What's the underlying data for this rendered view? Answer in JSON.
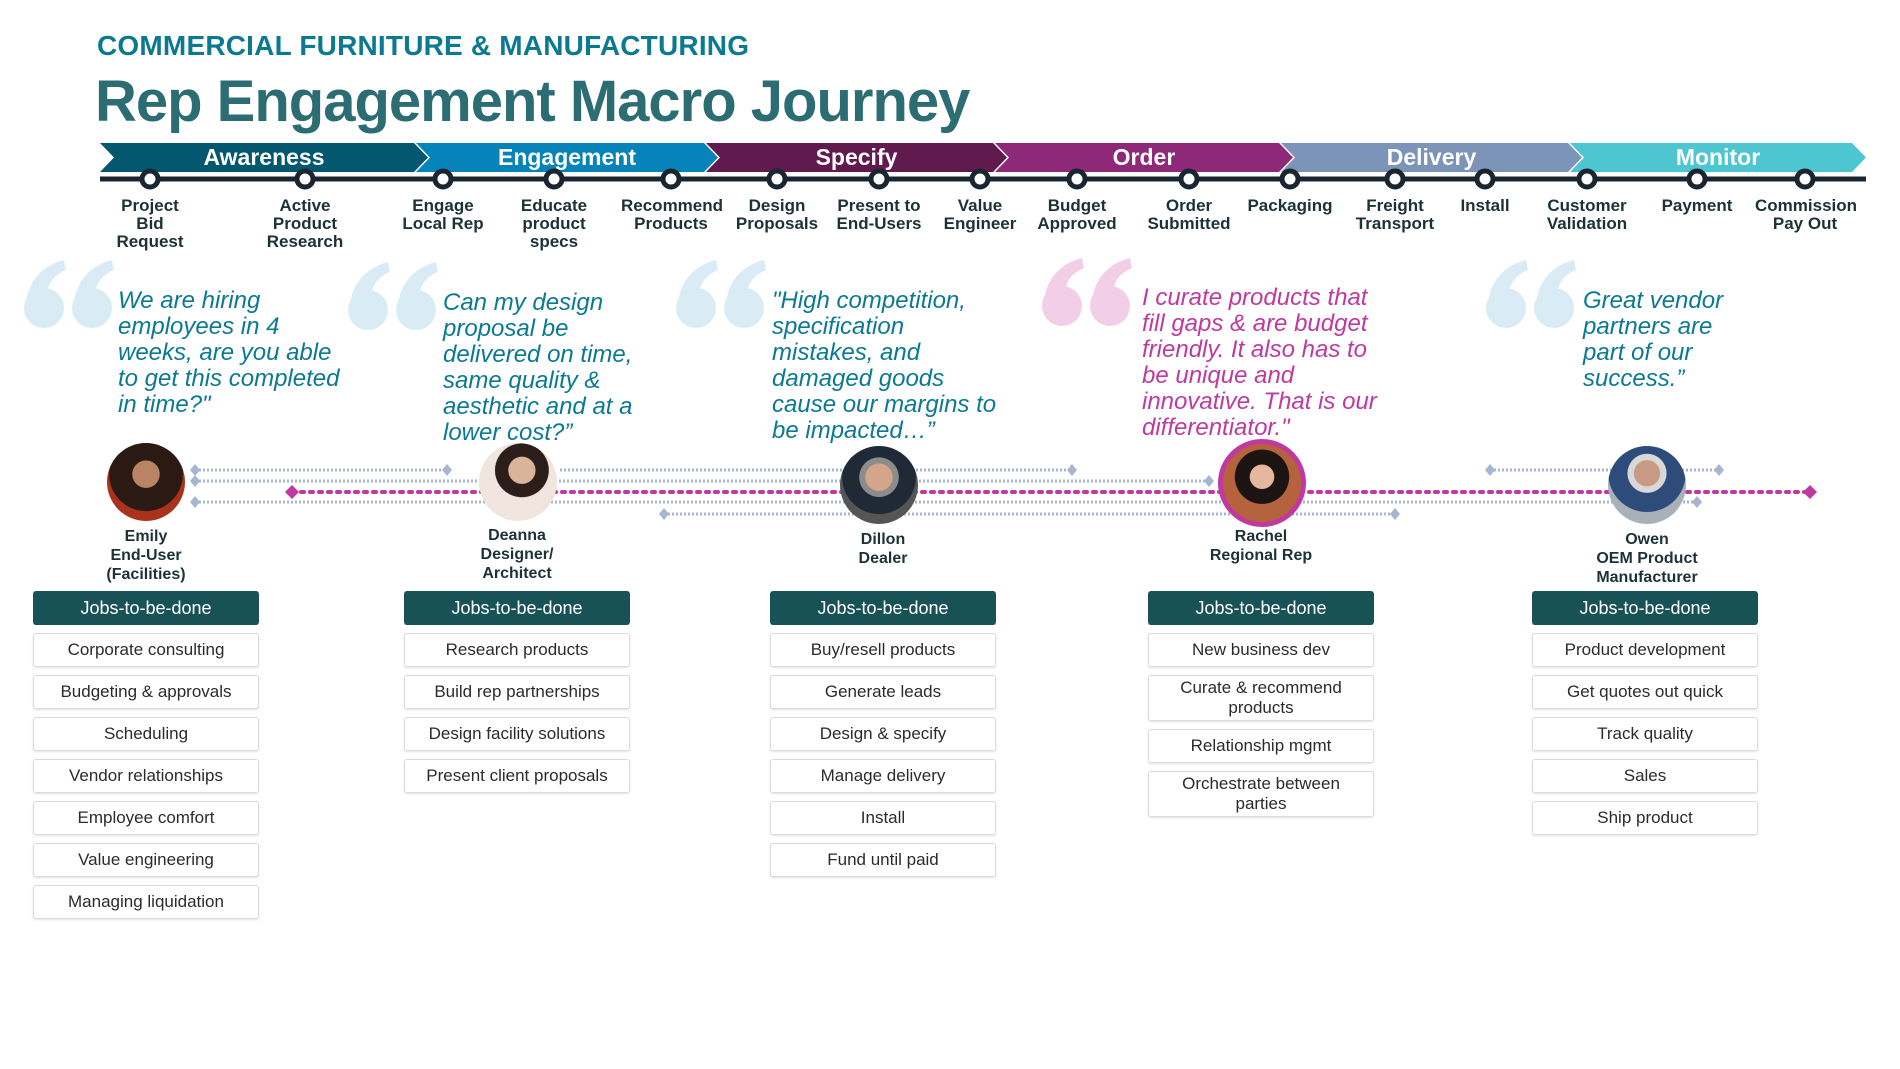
{
  "header": {
    "subtitle": "COMMERCIAL FURNITURE & MANUFACTURING",
    "title": "Rep Engagement Macro Journey"
  },
  "phases": [
    {
      "label": "Awareness",
      "color": "#03586f"
    },
    {
      "label": "Engagement",
      "color": "#0683b8"
    },
    {
      "label": "Specify",
      "color": "#611a4d"
    },
    {
      "label": "Order",
      "color": "#8e2878"
    },
    {
      "label": "Delivery",
      "color": "#7c94b8"
    },
    {
      "label": "Monitor",
      "color": "#4ec6d1"
    }
  ],
  "steps": [
    "Project\nBid\nRequest",
    "Active\nProduct\nResearch",
    "Engage\nLocal Rep",
    "Educate\nproduct\nspecs",
    "Recommend\nProducts",
    "Design\nProposals",
    "Present to\nEnd-Users",
    "Value\nEngineer",
    "Budget\nApproved",
    "Order\nSubmitted",
    "Packaging",
    "Freight\nTransport",
    "Install",
    "Customer\nValidation",
    "Payment",
    "Commission\nPay Out"
  ],
  "personas": [
    {
      "name": "Emily\nEnd-User\n(Facilities)",
      "quote": "We are hiring employees in 4 weeks, are you able to get this completed in time?\"",
      "jtbd_label": "Jobs-to-be-done",
      "jobs": [
        "Corporate consulting",
        "Budgeting & approvals",
        "Scheduling",
        "Vendor relationships",
        "Employee comfort",
        "Value engineering",
        "Managing liquidation"
      ]
    },
    {
      "name": "Deanna\nDesigner/\nArchitect",
      "quote": "Can my design proposal be delivered on time, same quality & aesthetic and at a lower cost?”",
      "jtbd_label": "Jobs-to-be-done",
      "jobs": [
        "Research products",
        "Build rep partnerships",
        "Design facility solutions",
        "Present client proposals"
      ]
    },
    {
      "name": "Dillon\nDealer",
      "quote": "\"High competition, specification mistakes, and damaged goods cause our margins to be impacted…”",
      "jtbd_label": "Jobs-to-be-done",
      "jobs": [
        "Buy/resell products",
        "Generate leads",
        "Design & specify",
        "Manage delivery",
        "Install",
        "Fund until paid"
      ]
    },
    {
      "name": "Rachel\nRegional Rep",
      "quote": "I curate products that fill gaps & are budget friendly. It also has to be unique and innovative. That is our differentiator.\"",
      "jtbd_label": "Jobs-to-be-done",
      "jobs": [
        "New business dev",
        "Curate & recommend products",
        "Relationship mgmt",
        "Orchestrate between parties"
      ]
    },
    {
      "name": "Owen\nOEM Product\nManufacturer",
      "quote": "Great vendor partners are part of our success.”",
      "jtbd_label": "Jobs-to-be-done",
      "jobs": [
        "Product development",
        "Get quotes out quick",
        "Track quality",
        "Sales",
        "Ship product"
      ]
    }
  ],
  "colors": {
    "quote_teal": "#0b7a91",
    "quote_pink": "#c0399f",
    "highlight": "#c0399f",
    "connector": "#a7b6cf",
    "jtbd": "#185257"
  }
}
